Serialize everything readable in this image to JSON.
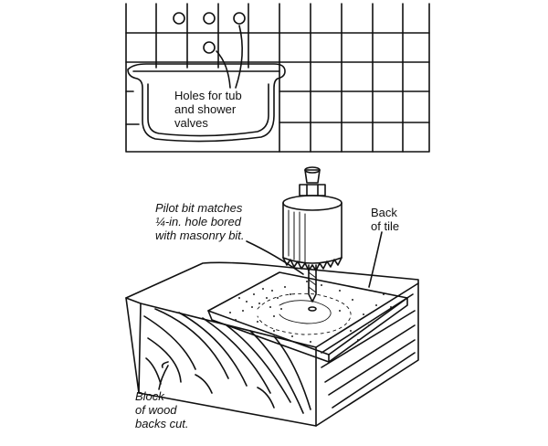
{
  "figure": {
    "top_panel": {
      "callout": [
        "Holes for tub",
        "and shower",
        "valves"
      ]
    },
    "bottom_panel": {
      "pilot_callout": [
        "Pilot bit matches",
        "¼-in. hole bored",
        "with masonry bit."
      ],
      "back_callout": [
        "Back",
        "of tile"
      ],
      "block_callout": [
        "Block",
        "of wood",
        "backs cut."
      ]
    }
  }
}
